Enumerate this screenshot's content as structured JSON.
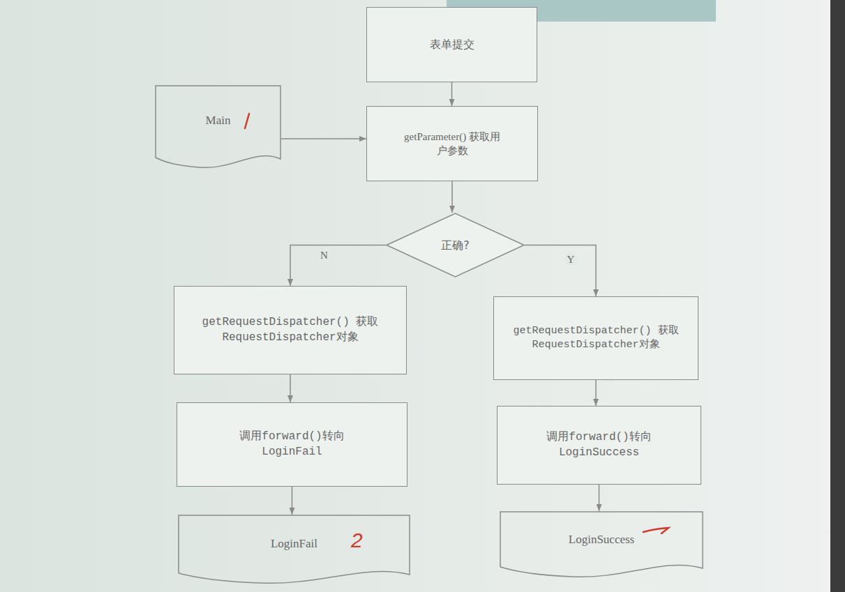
{
  "diagram": {
    "nodes": [
      {
        "text": [
          "表单提交"
        ]
      },
      {
        "text": [
          "Main"
        ]
      },
      {
        "text": [
          "getParameter() 获取用户参数"
        ]
      },
      {
        "text": [
          "正确?"
        ]
      },
      {
        "text": [
          "getRequestDispatcher() 获取RequestDispatcher对象"
        ]
      },
      {
        "text": [
          "getRequestDispatcher() 获取RequestDispatcher对象"
        ]
      },
      {
        "text": [
          "调用forward()转向 LoginFail"
        ]
      },
      {
        "text": [
          "调用forward()转向 LoginSuccess"
        ]
      },
      {
        "text": [
          "LoginFail"
        ]
      },
      {
        "text": [
          "LoginSuccess"
        ]
      }
    ],
    "edges": [
      {
        "from": 0,
        "to": 2,
        "arrow": "to"
      },
      {
        "from": 1,
        "to": 2,
        "arrow": "to"
      },
      {
        "from": 2,
        "to": 3,
        "arrow": "to"
      },
      {
        "from": 3,
        "to": 4,
        "label": "N",
        "arrow": "to"
      },
      {
        "from": 3,
        "to": 5,
        "label": "Y",
        "arrow": "to"
      },
      {
        "from": 4,
        "to": 6,
        "arrow": "to"
      },
      {
        "from": 5,
        "to": 7,
        "arrow": "to"
      },
      {
        "from": 6,
        "to": 8,
        "arrow": "to"
      },
      {
        "from": 7,
        "to": 9,
        "arrow": "to"
      }
    ],
    "labels": [
      "2"
    ]
  }
}
